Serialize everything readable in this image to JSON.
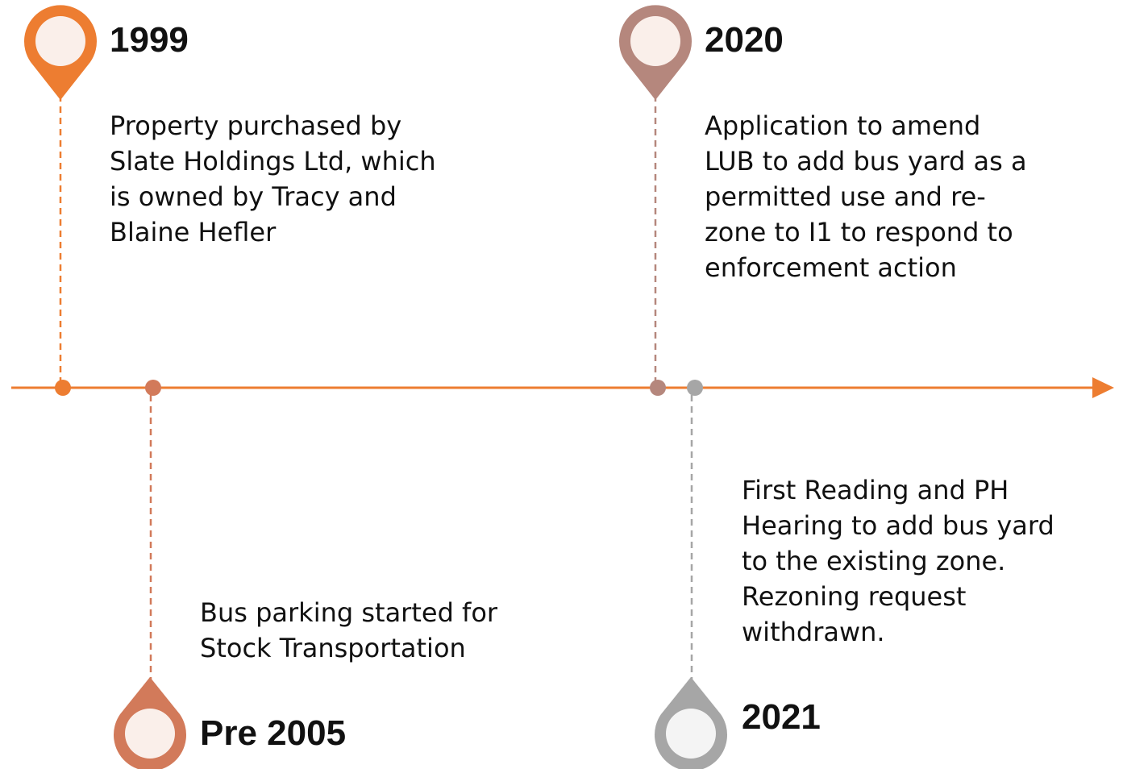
{
  "colors": {
    "axis": "#ed7d31",
    "marker_1999": "#ed7d31",
    "marker_pre2005": "#d27a5a",
    "marker_2020": "#b5877d",
    "marker_2021": "#a6a6a6",
    "pin_inner": "#faefea",
    "pin_inner_2021": "#f4f4f4"
  },
  "events": [
    {
      "year": "1999",
      "lines": [
        "Property purchased by",
        "Slate Holdings Ltd, which",
        "is owned by Tracy and",
        "Blaine Hefler"
      ]
    },
    {
      "year": "Pre 2005",
      "lines": [
        "Bus parking started for",
        "Stock Transportation"
      ]
    },
    {
      "year": "2020",
      "lines": [
        "Application to amend",
        "LUB to add bus yard as a",
        "permitted use and re-",
        "zone to I1 to respond to",
        "enforcement action"
      ]
    },
    {
      "year": "2021",
      "lines": [
        "First Reading and PH",
        "Hearing to add bus yard",
        "to the existing zone.",
        "Rezoning request",
        "withdrawn."
      ]
    }
  ]
}
